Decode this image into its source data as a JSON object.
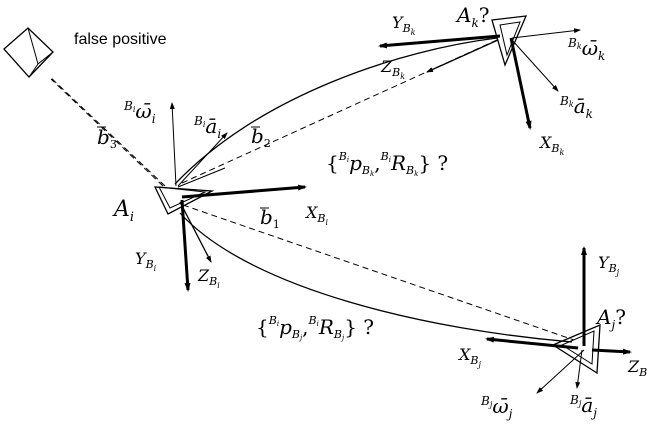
{
  "labels": {
    "false_positive": "false positive",
    "A_i": "A",
    "A_i_sub": "i",
    "A_k": "A",
    "A_k_sub": "k",
    "A_k_q": "?",
    "A_j": "A",
    "A_j_sub": "j",
    "A_j_q": "?",
    "b1": "b",
    "b1_sub": "1",
    "b2": "b",
    "b2_sub": "2",
    "b3": "b",
    "b3_sub": "3",
    "omega_i": "ω̄",
    "omega_i_sup": "B",
    "omega_i_supsub": "i",
    "omega_i_sub": "i",
    "a_i": "ā",
    "a_i_sup": "B",
    "a_i_supsub": "i",
    "a_i_sub": "i",
    "omega_k": "ω̄",
    "omega_k_sup": "B",
    "omega_k_supsub": "k",
    "omega_k_sub": "k",
    "a_k": "ā",
    "a_k_sup": "B",
    "a_k_supsub": "k",
    "a_k_sub": "k",
    "omega_j": "ω̄",
    "omega_j_sup": "B",
    "omega_j_supsub": "j",
    "omega_j_sub": "j",
    "a_j": "ā",
    "a_j_sup": "B",
    "a_j_supsub": "j",
    "a_j_sub": "j",
    "X_Bi": "X",
    "Y_Bi": "Y",
    "Z_Bi": "Z",
    "X_Bk": "X",
    "Y_Bk": "Y",
    "Z_Bk": "Z",
    "X_Bj": "X",
    "Y_Bj": "Y",
    "Z_Bj": "Z",
    "B": "B",
    "i": "i",
    "j": "j",
    "k": "k",
    "pose_k": "{ p , R } ?",
    "pose_j": "{ p , R } ?"
  },
  "pose_k": {
    "open": "{",
    "sup1": "B",
    "sup1_sub": "i",
    "p": "p",
    "p_sub": "B",
    "p_subsub": "k",
    "comma": ",",
    "sup2": "B",
    "sup2_sub": "i",
    "R": "R",
    "R_sub": "B",
    "R_subsub": "k",
    "close": "} ?"
  },
  "pose_j": {
    "open": "{",
    "sup1": "B",
    "sup1_sub": "i",
    "p": "p",
    "p_sub": "B",
    "p_subsub": "j",
    "comma": ",",
    "sup2": "B",
    "sup2_sub": "i",
    "R": "R",
    "R_sub": "B",
    "R_subsub": "j",
    "close": "} ?"
  }
}
